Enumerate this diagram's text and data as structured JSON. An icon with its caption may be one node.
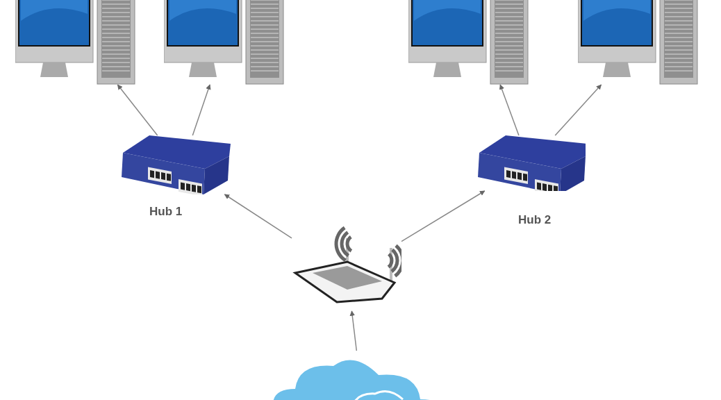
{
  "diagram": {
    "nodes": [
      {
        "text": [],
        "shape": "picture"
      },
      {
        "text": [],
        "shape": "picture"
      },
      {
        "text": [],
        "shape": "picture"
      },
      {
        "text": [],
        "shape": "picture"
      },
      {
        "text": [],
        "shape": "picture",
        "beside": [
          "Hub 1"
        ]
      },
      {
        "text": [],
        "shape": "picture",
        "beside": [
          "Hub 2"
        ]
      },
      {
        "text": [],
        "shape": "picture"
      },
      {
        "text": [],
        "shape": "cloud"
      }
    ],
    "edges": [
      {
        "from": 4,
        "to": 0,
        "arrow": "to"
      },
      {
        "from": 4,
        "to": 1,
        "arrow": "to"
      },
      {
        "from": 5,
        "to": 2,
        "arrow": "to"
      },
      {
        "from": 5,
        "to": 3,
        "arrow": "to"
      },
      {
        "from": 6,
        "to": 4,
        "arrow": "to"
      },
      {
        "from": 6,
        "to": 5,
        "arrow": "to"
      },
      {
        "from": 7,
        "to": 6,
        "arrow": "to"
      }
    ]
  }
}
